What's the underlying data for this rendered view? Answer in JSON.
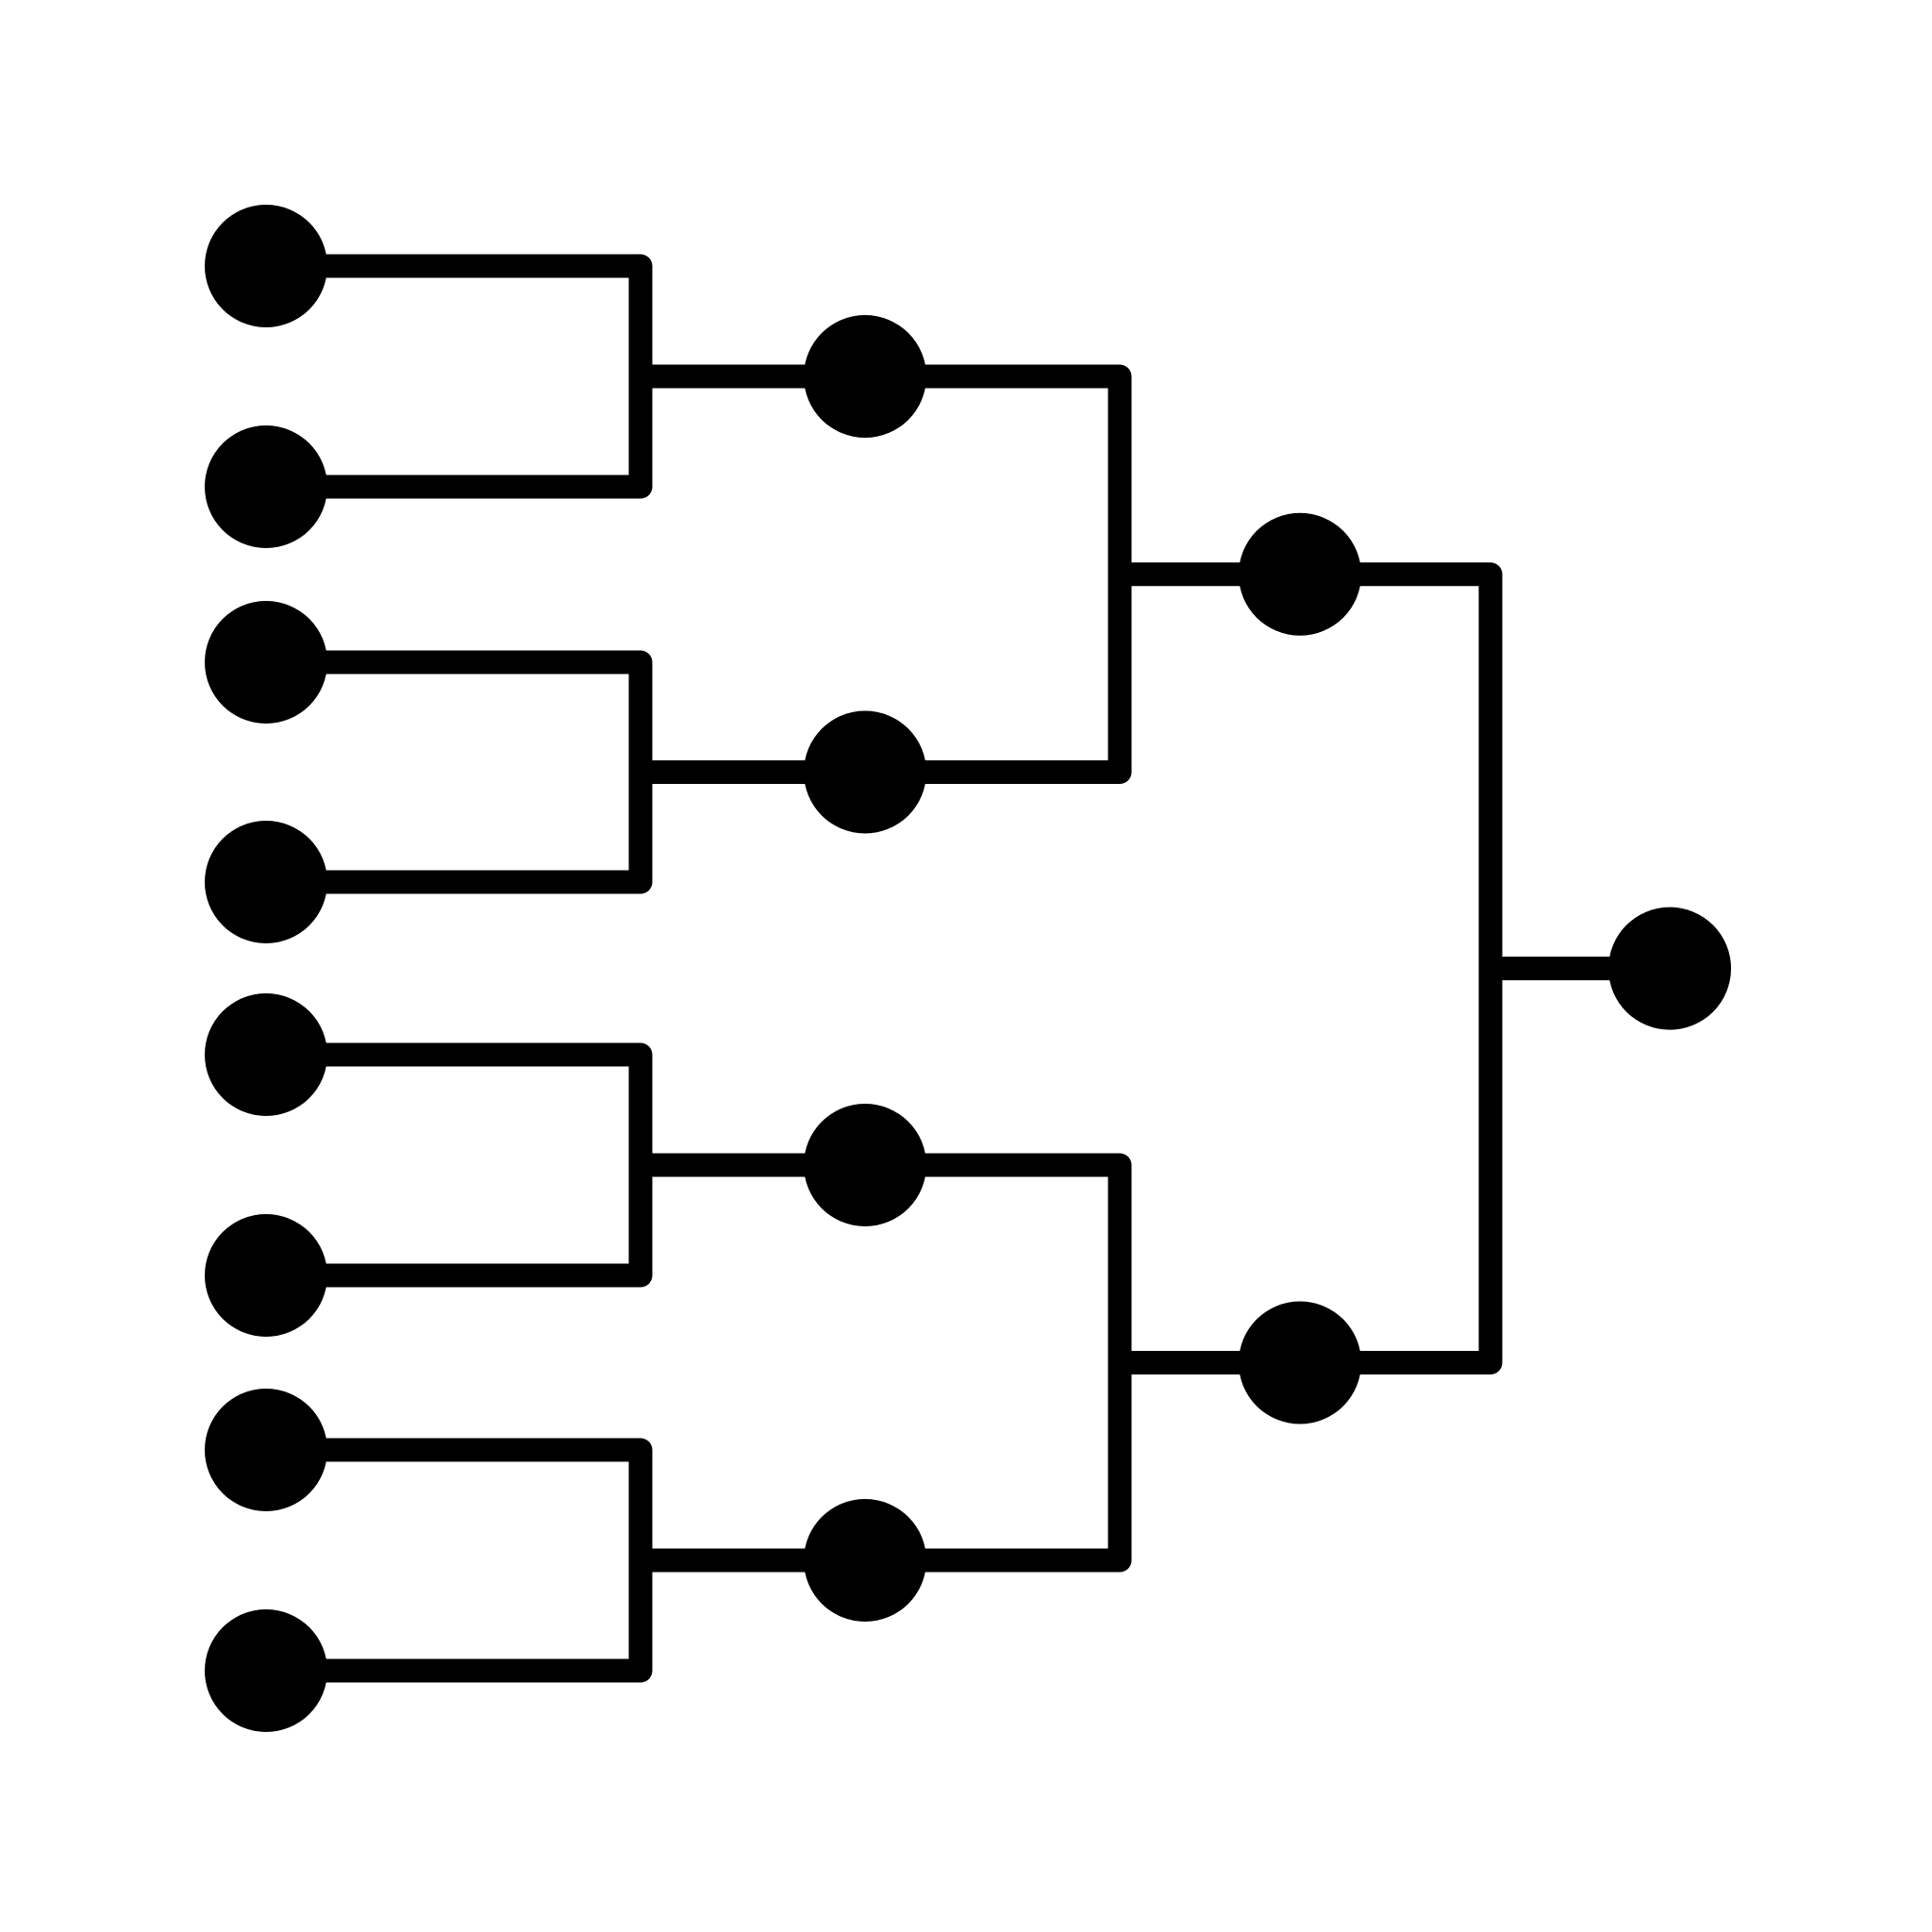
{
  "diagram": {
    "type": "tournament-bracket",
    "icon": "bracket-tree-icon",
    "line_color": "#000000",
    "node_color": "#000000",
    "background_color": "#ffffff",
    "rounds": [
      {
        "round": 1,
        "entrants": 8
      },
      {
        "round": 2,
        "entrants": 4
      },
      {
        "round": 3,
        "entrants": 2
      },
      {
        "round": 4,
        "entrants": 1
      }
    ]
  }
}
